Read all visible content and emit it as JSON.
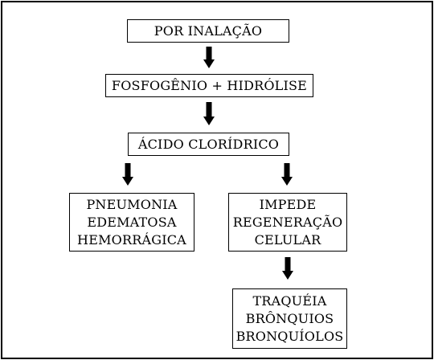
{
  "nodes": {
    "inalacao": "POR INALAÇÃO",
    "fosfogenio": "FOSFOGÊNIO + HIDRÓLISE",
    "acido": "ÁCIDO CLORÍDRICO",
    "pneumonia": "PNEUMONIA\nEDEMATOSA\nHEMORRÁGICA",
    "impede": "IMPEDE\nREGENERAÇÃO\nCELULAR",
    "traqueia": "TRAQUÉIA\nBRÔNQUIOS\nBRONQUÍOLOS"
  },
  "colors": {
    "line": "#000000",
    "background": "#ffffff"
  },
  "edges": [
    {
      "from": "inalacao",
      "to": "fosfogenio"
    },
    {
      "from": "fosfogenio",
      "to": "acido"
    },
    {
      "from": "acido",
      "to": "pneumonia"
    },
    {
      "from": "acido",
      "to": "impede"
    },
    {
      "from": "impede",
      "to": "traqueia"
    }
  ]
}
